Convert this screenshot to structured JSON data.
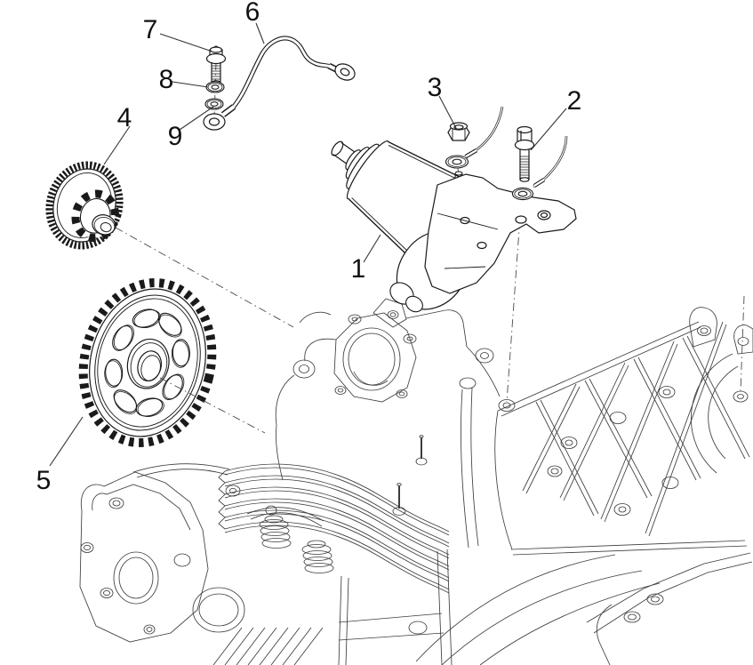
{
  "diagram": {
    "type": "exploded-parts-diagram",
    "subject": "Starter motor assembly on engine crankcase",
    "background_color": "#ffffff",
    "line_color": "#1a1a1a",
    "callouts": [
      {
        "label": "1",
        "part": "starter-motor"
      },
      {
        "label": "2",
        "part": "mounting-bolt"
      },
      {
        "label": "3",
        "part": "terminal-nut"
      },
      {
        "label": "4",
        "part": "starter-idle-gear"
      },
      {
        "label": "5",
        "part": "driven-gear"
      },
      {
        "label": "6",
        "part": "starter-cable"
      },
      {
        "label": "7",
        "part": "cable-bolt"
      },
      {
        "label": "8",
        "part": "washer-upper"
      },
      {
        "label": "9",
        "part": "washer-lower"
      }
    ]
  }
}
